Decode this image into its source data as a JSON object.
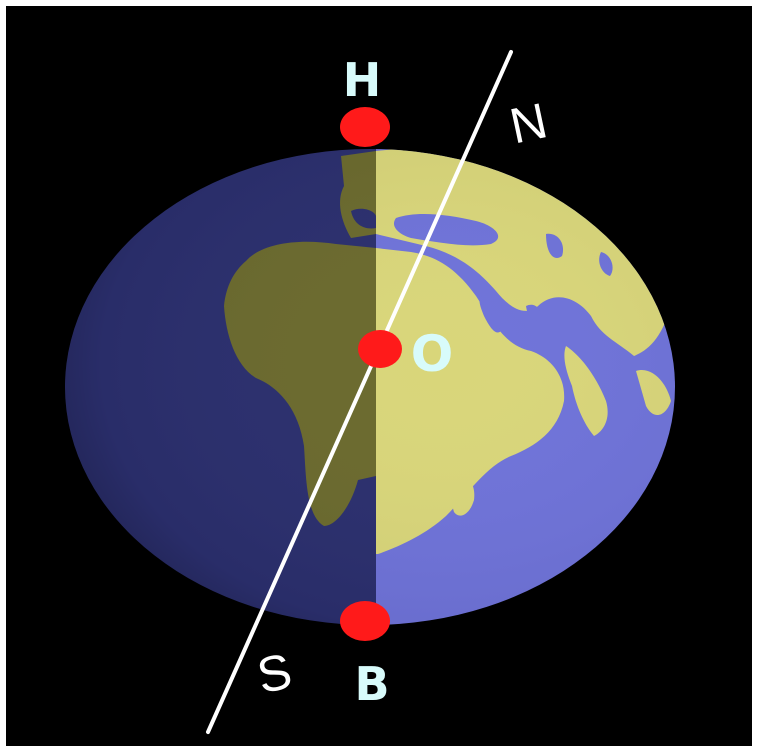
{
  "diagram": {
    "labels": {
      "top_point": "H",
      "center_point": "O",
      "bottom_point": "B",
      "axis_north": "N",
      "axis_south": "S"
    },
    "colors": {
      "background": "#000000",
      "ocean_night": "#2b2f6e",
      "ocean_day": "#6f73d9",
      "land_night": "#6b6a2e",
      "land_day": "#d9d67a",
      "point": "#ff1a1a",
      "label": "#d8fbfb",
      "axis": "#ffffff"
    }
  }
}
